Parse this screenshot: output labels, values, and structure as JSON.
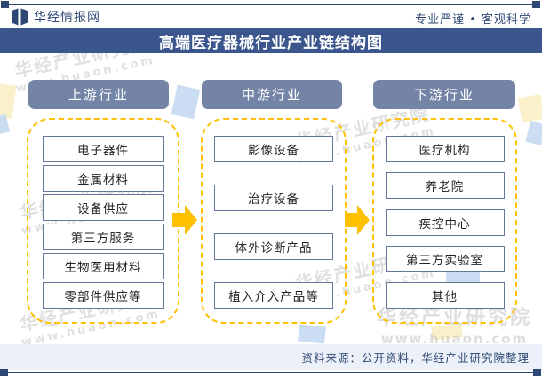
{
  "brand": {
    "site_name": "华经情报网",
    "slogan": "专业严谨 • 客观科学"
  },
  "title": "高端医疗器械行业产业链结构图",
  "columns": [
    {
      "header": "上游行业",
      "items": [
        "电子器件",
        "金属材料",
        "设备供应",
        "第三方服务",
        "生物医用材料",
        "零部件供应等"
      ]
    },
    {
      "header": "中游行业",
      "items": [
        "影像设备",
        "治疗设备",
        "体外诊断产品",
        "植入介入产品等"
      ]
    },
    {
      "header": "下游行业",
      "items": [
        "医疗机构",
        "养老院",
        "疾控中心",
        "第三方实验室",
        "其他"
      ]
    }
  ],
  "footer": {
    "source_note": "资料来源：公开资料，华经产业研究院整理"
  },
  "watermark": {
    "line1": "华经产业研究院",
    "line2": "www.huaon.com"
  },
  "colors": {
    "accent_dashed_and_arrow": "#FFC000",
    "title_bar": "#3A568C",
    "header_pill": "#7384A7",
    "frame_line": "#2E4875",
    "footer_bg": "#ECF0F8",
    "node_border": "#64779B"
  }
}
